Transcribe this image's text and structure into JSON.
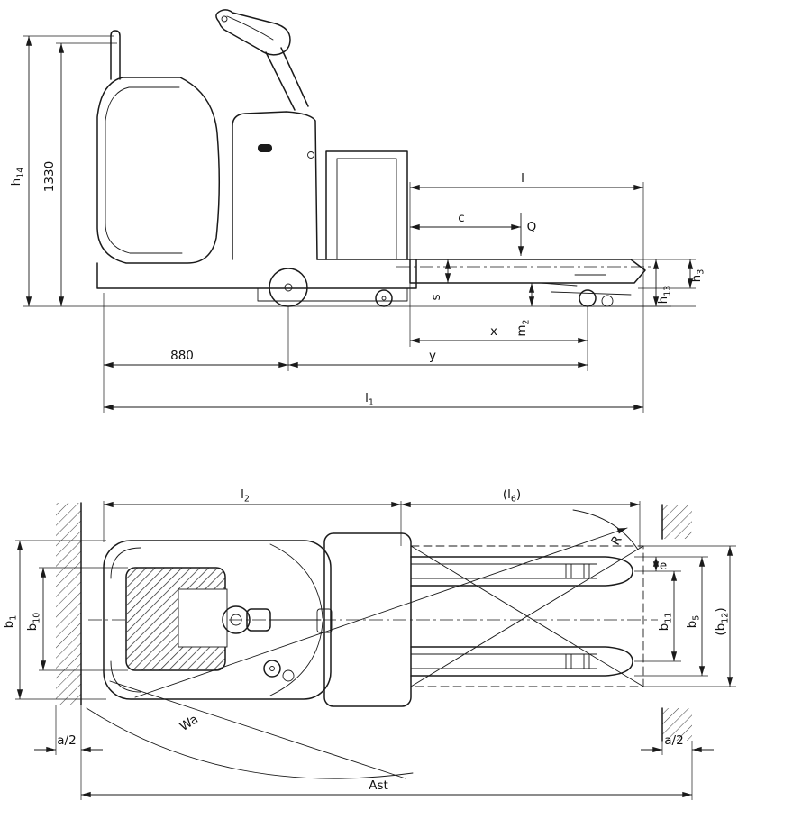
{
  "colors": {
    "line": "#1a1a1a",
    "background": "#ffffff"
  },
  "side_view": {
    "dims": {
      "h14": {
        "main": "h",
        "sub": "14"
      },
      "height_1330": {
        "main": "1330"
      },
      "l": {
        "main": "l"
      },
      "c": {
        "main": "c"
      },
      "q_load": {
        "main": "Q"
      },
      "h3": {
        "main": "h",
        "sub": "3"
      },
      "h13": {
        "main": "h",
        "sub": "13"
      },
      "s": {
        "main": "s"
      },
      "m2": {
        "main": "m",
        "sub": "2"
      },
      "x": {
        "main": "x"
      },
      "y": {
        "main": "y"
      },
      "length_880": {
        "main": "880"
      },
      "l1": {
        "main": "l",
        "sub": "1"
      }
    }
  },
  "top_view": {
    "dims": {
      "l2": {
        "main": "l",
        "sub": "2"
      },
      "l6": {
        "pre": "(l",
        "sub": "6",
        "post": ")"
      },
      "r_radius": {
        "main": "R"
      },
      "e": {
        "main": "e"
      },
      "b1": {
        "main": "b",
        "sub": "1"
      },
      "b10": {
        "main": "b",
        "sub": "10"
      },
      "b11": {
        "main": "b",
        "sub": "11"
      },
      "b5": {
        "main": "b",
        "sub": "5"
      },
      "b12": {
        "pre": "(b",
        "sub": "12",
        "post": ")"
      },
      "wa": {
        "main": "Wa"
      },
      "a2_left": {
        "main": "a/2"
      },
      "a2_right": {
        "main": "a/2"
      },
      "ast": {
        "main": "Ast"
      }
    }
  }
}
